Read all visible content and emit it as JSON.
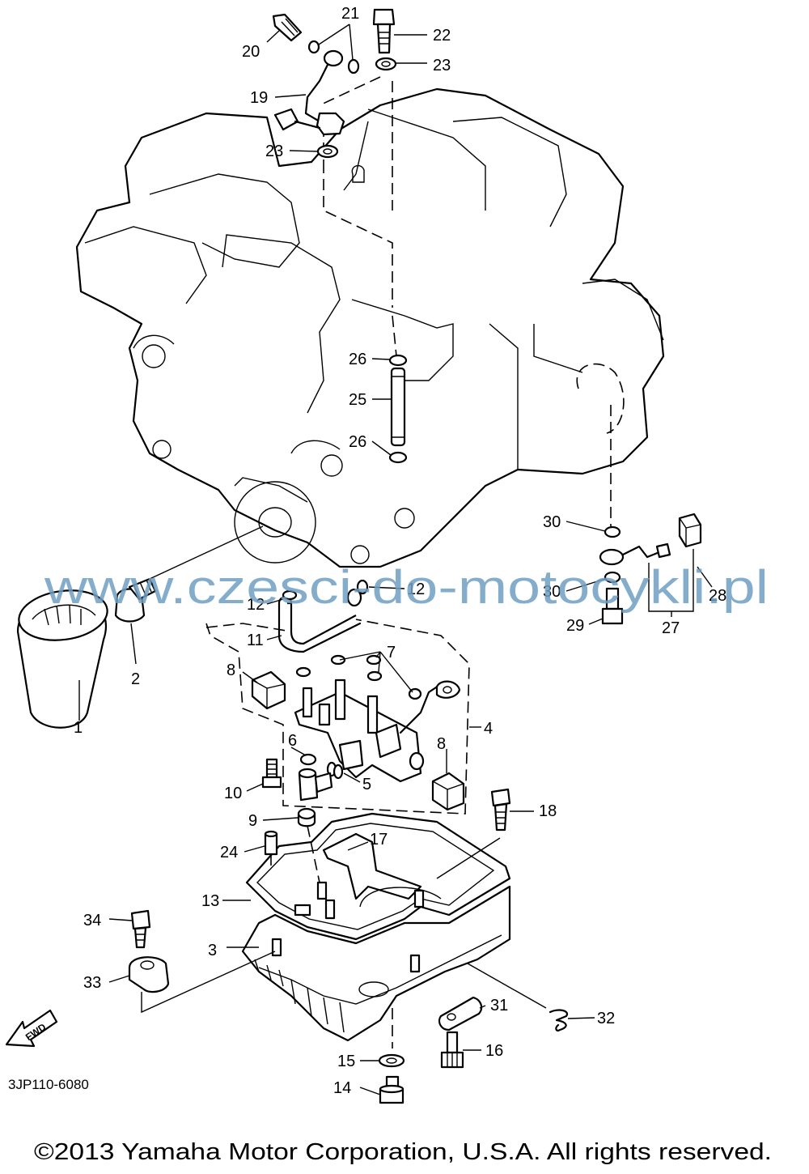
{
  "diagram": {
    "callouts": [
      "1",
      "2",
      "3",
      "4",
      "5",
      "6",
      "7",
      "8",
      "8",
      "9",
      "10",
      "11",
      "12",
      "12",
      "13",
      "14",
      "15",
      "16",
      "17",
      "18",
      "19",
      "20",
      "21",
      "22",
      "23",
      "23",
      "24",
      "25",
      "26",
      "26",
      "27",
      "28",
      "29",
      "30",
      "30",
      "31",
      "32",
      "33",
      "34"
    ],
    "fwd_label": "FWD",
    "drawing_code": "3JP110-6080",
    "watermark": "www.czesci-do-motocykli.pl",
    "copyright": "©2013 Yamaha Motor Corporation, U.S.A. All rights reserved."
  },
  "colors": {
    "watermark": "#6f9fc4",
    "ink": "#000000"
  }
}
